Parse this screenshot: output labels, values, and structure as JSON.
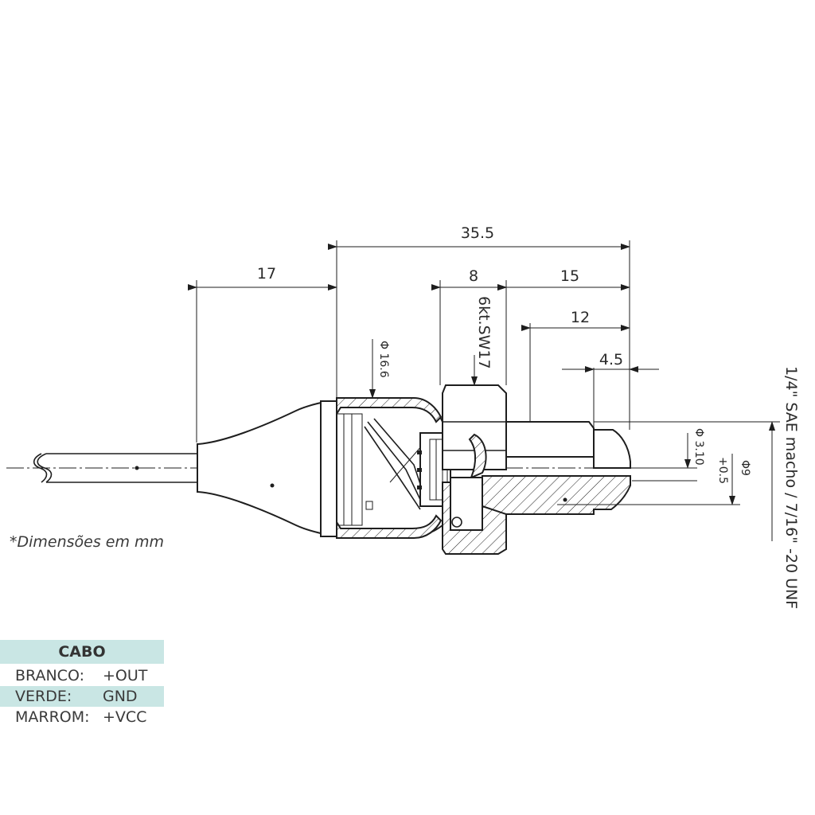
{
  "dimensions": {
    "overall": "35.5",
    "cable_length": "17",
    "hex_width": "8",
    "fitting_length": "15",
    "thread_length": "12",
    "tip_length": "4.5",
    "hex_label": "6kt.SW17",
    "housing_diameter": "Φ 16.6",
    "bore_diameter": "Φ 3.10",
    "pipe_diameter": "Φ9",
    "pipe_tolerance": "+0.5",
    "thread_spec": "1/4\" SAE macho / 7/16\" -20 UNF"
  },
  "note": "*Dimensões em mm",
  "cable": {
    "title": "CABO",
    "rows": [
      {
        "color": "BRANCO:",
        "signal": "+OUT"
      },
      {
        "color": "VERDE:",
        "signal": "GND"
      },
      {
        "color": "MARROM:",
        "signal": "+VCC"
      }
    ]
  },
  "colors": {
    "line": "#1e1e1e",
    "table_shade": "#c9e6e4",
    "text": "#3a3a3a"
  }
}
